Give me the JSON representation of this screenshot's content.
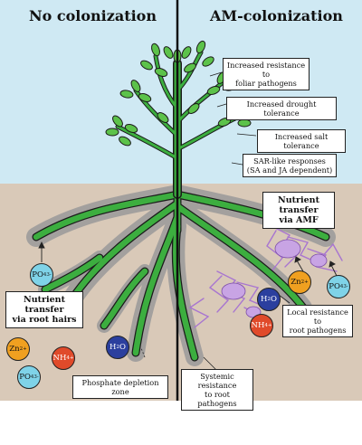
{
  "titles": {
    "left": "No colonization",
    "right": "AM-colonization"
  },
  "benefits": [
    {
      "line1": "Increased resistance to",
      "line2": "foliar pathogens"
    },
    {
      "line1": "Increased drought tolerance",
      "line2": ""
    },
    {
      "line1": "Increased salt tolerance",
      "line2": ""
    },
    {
      "line1": "SAR-like responses",
      "line2": "(SA and JA dependent)"
    }
  ],
  "nutrient_labels": {
    "amf": {
      "line1": "Nutrient transfer",
      "line2": "via AMF"
    },
    "root_hairs": {
      "line1": "Nutrient transfer",
      "line2": "via root hairs"
    }
  },
  "root_labels": {
    "local": {
      "line1": "Local resistance to",
      "line2": "root pathogens"
    },
    "systemic": {
      "line1": "Systemic resistance",
      "line2": "to root pathogens"
    },
    "depletion": "Phosphate depletion zone"
  },
  "ions": [
    {
      "id": "po4-left-top",
      "base": "PO",
      "sub": "4",
      "sup": "3-",
      "color": "#7fd3e8",
      "text": "dark"
    },
    {
      "id": "zn-left",
      "base": "Zn",
      "sub": "",
      "sup": "2+",
      "color": "#f0a020",
      "text": "dark"
    },
    {
      "id": "nh4-left",
      "base": "NH",
      "sub": "4",
      "sup": "+",
      "color": "#e04a2a",
      "text": "light"
    },
    {
      "id": "h2o-left",
      "base": "H",
      "sub": "2",
      "sup": "",
      "tail": "O",
      "color": "#2b3f9e",
      "text": "light"
    },
    {
      "id": "po4-left-bottom",
      "base": "PO",
      "sub": "4",
      "sup": "3-",
      "color": "#7fd3e8",
      "text": "dark"
    },
    {
      "id": "zn-right",
      "base": "Zn",
      "sub": "",
      "sup": "2+",
      "color": "#f0a020",
      "text": "dark"
    },
    {
      "id": "po4-right",
      "base": "PO",
      "sub": "4",
      "sup": "3-",
      "color": "#7fd3e8",
      "text": "dark"
    },
    {
      "id": "h2o-right",
      "base": "H",
      "sub": "2",
      "sup": "",
      "tail": "O",
      "color": "#2b3f9e",
      "text": "light"
    },
    {
      "id": "nh4-right",
      "base": "NH",
      "sub": "4",
      "sup": "+",
      "color": "#e04a2a",
      "text": "light"
    }
  ],
  "colors": {
    "sky": "#cfe9f3",
    "soil": "#d9c9b8",
    "plant": "#3cae3f",
    "leaf": "#5cc24a",
    "outline": "#1b1b1b",
    "depletion": "#9a9a9a",
    "fungus": "#a875d0"
  }
}
